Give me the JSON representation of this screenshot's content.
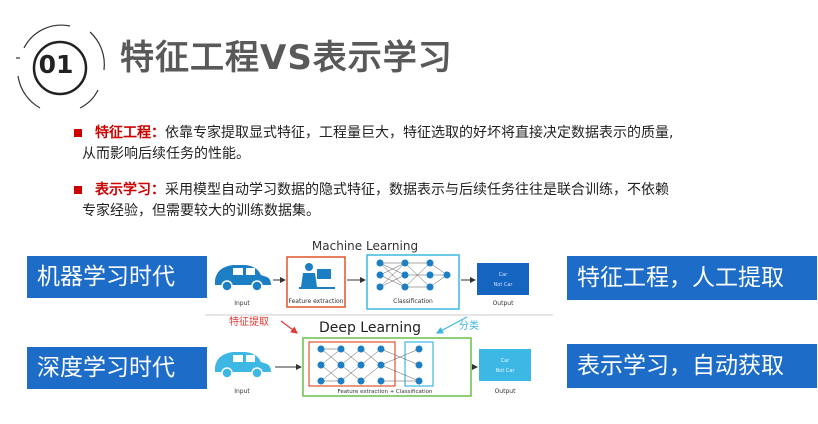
{
  "header": {
    "section_number": "01",
    "title": "特征工程VS表示学习"
  },
  "bullets": [
    {
      "key": "特征工程：",
      "line1": "依靠专家提取显式特征，工程量巨大，特征选取的好坏将直接决定数据表示的质量,",
      "line2": "从而影响后续任务的性能。"
    },
    {
      "key": "表示学习：",
      "line1": "采用模型自动学习数据的隐式特征，数据表示与后续任务往往是联合训练，不依赖",
      "line2": "专家经验，但需要较大的训练数据集。"
    }
  ],
  "labels": {
    "era_ml": "机器学习时代",
    "era_dl": "深度学习时代",
    "feature_engineering": "特征工程，人工提取",
    "representation_learning": "表示学习，自动获取"
  },
  "diagram": {
    "ml_title": "Machine Learning",
    "dl_title": "Deep Learning",
    "input_label": "Input",
    "fe_label": "Feature extraction",
    "cls_label": "Classification",
    "output_label": "Output",
    "fe_cls_label": "Feature extraction + Classification",
    "out_car": "Car",
    "out_not_car": "Not Car",
    "note_manual": "特征提取",
    "note_classify": "分类",
    "colors": {
      "car": "#1c7fc4",
      "fe_box": "#e0562a",
      "cls_box": "#3db7e4",
      "dl_box": "#6abf4b",
      "note": "#e53935",
      "note_blue": "#3db7e4"
    }
  }
}
